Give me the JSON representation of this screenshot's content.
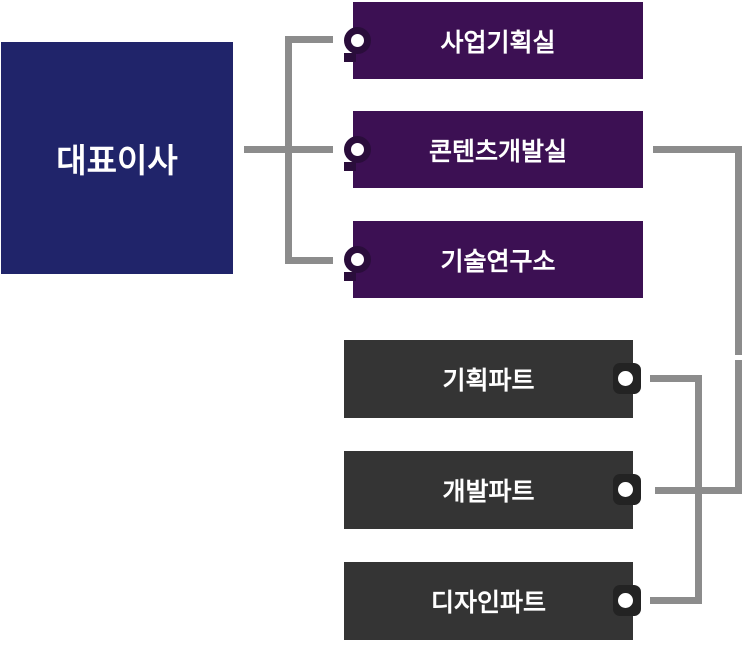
{
  "colors": {
    "background": "#ffffff",
    "text": "#ffffff",
    "ceo_bg": "#20246a",
    "dept_bg": "#3c1053",
    "dept_ring": "#2a0d3b",
    "part_bg": "#343434",
    "part_tab": "#232323",
    "line": "#8c8c8c"
  },
  "icons": {
    "dept_marker": "pin-hole-icon",
    "part_marker": "pin-hole-icon"
  },
  "org": {
    "root": {
      "label": "대표이사"
    },
    "departments": [
      {
        "label": "사업기획실"
      },
      {
        "label": "콘텐츠개발실"
      },
      {
        "label": "기술연구소"
      }
    ],
    "parts": [
      {
        "label": "기획파트"
      },
      {
        "label": "개발파트"
      },
      {
        "label": "디자인파트"
      }
    ],
    "edges": [
      {
        "from": "대표이사",
        "to": "사업기획실"
      },
      {
        "from": "대표이사",
        "to": "콘텐츠개발실"
      },
      {
        "from": "대표이사",
        "to": "기술연구소"
      },
      {
        "from": "콘텐츠개발실",
        "to": "기획파트"
      },
      {
        "from": "콘텐츠개발실",
        "to": "개발파트"
      },
      {
        "from": "콘텐츠개발실",
        "to": "디자인파트"
      }
    ]
  }
}
